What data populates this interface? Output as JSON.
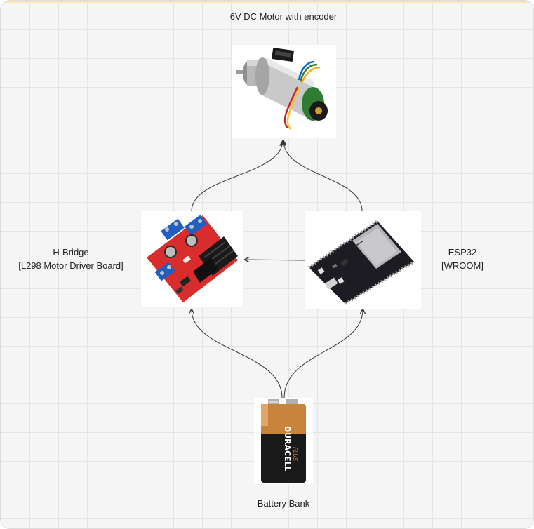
{
  "diagram": {
    "title": "6V DC Motor with encoder",
    "nodes": {
      "motor": {
        "label": "6V DC Motor with encoder"
      },
      "hbridge": {
        "label_line1": "H-Bridge",
        "label_line2": "[L298 Motor Driver Board]"
      },
      "esp32": {
        "label_line1": "ESP32",
        "label_line2": "[WROOM]"
      },
      "battery": {
        "label": "Battery Bank",
        "brand": "DURACELL",
        "sub_brand": "PLUS"
      }
    },
    "edges": [
      {
        "from": "battery",
        "to": "hbridge"
      },
      {
        "from": "battery",
        "to": "esp32"
      },
      {
        "from": "esp32",
        "to": "hbridge"
      },
      {
        "from": "hbridge",
        "to": "motor"
      },
      {
        "from": "esp32",
        "to": "motor"
      }
    ],
    "colors": {
      "canvas": "#f5f5f5",
      "grid": "#e4e4e4",
      "arrow": "#333333",
      "hbridge_board": "#d92c2c",
      "terminal_blue": "#1f5fbf",
      "esp32_board": "#1c1c22",
      "battery_copper": "#c8843a",
      "battery_black": "#1a1a1a"
    }
  }
}
